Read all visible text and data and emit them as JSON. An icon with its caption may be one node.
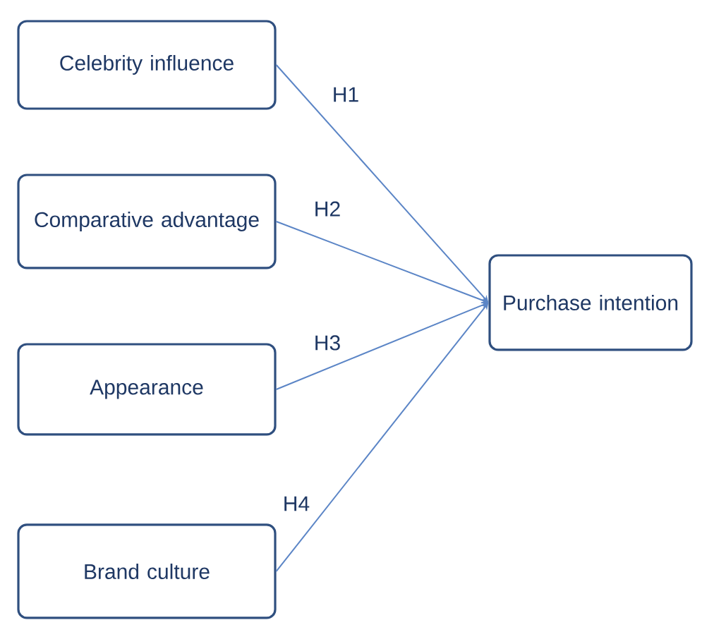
{
  "diagram": {
    "nodes": [
      {
        "text": [
          "Celebrity influence"
        ]
      },
      {
        "text": [
          "Comparative advantage"
        ]
      },
      {
        "text": [
          "Appearance"
        ]
      },
      {
        "text": [
          "Brand culture"
        ]
      },
      {
        "text": [
          "Purchase intention"
        ]
      }
    ],
    "edges": [
      {
        "from": 0,
        "to": 4,
        "arrow": "to",
        "label": "H1"
      },
      {
        "from": 1,
        "to": 4,
        "arrow": "to",
        "label": "H2"
      },
      {
        "from": 2,
        "to": 4,
        "arrow": "to",
        "label": "H3"
      },
      {
        "from": 3,
        "to": 4,
        "arrow": "to",
        "label": "H4"
      }
    ]
  }
}
